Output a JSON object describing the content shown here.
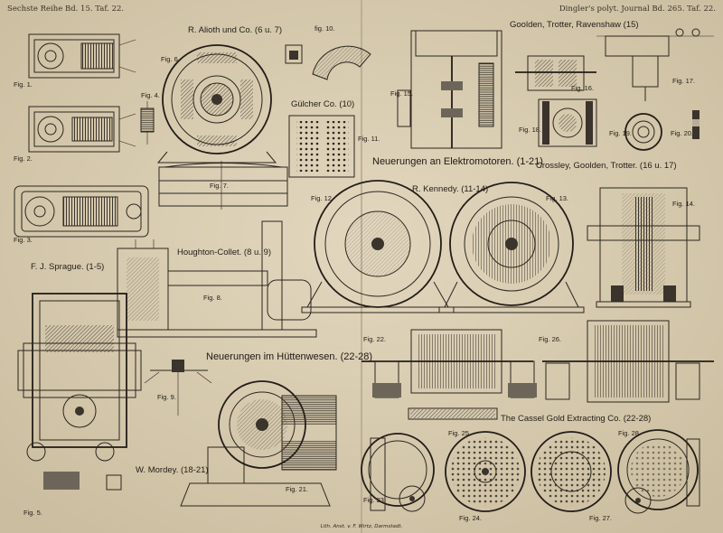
{
  "header": {
    "left": "Sechste Reihe Bd. 15. Taf. 22.",
    "right": "Dingler's polyt. Journal Bd. 265. Taf. 22."
  },
  "credits": {
    "allioth": "R. Alioth und Co. (6 u. 7)",
    "guelcher": "Gülcher Co. (10)",
    "goolden": "Goolden, Trotter, Ravenshaw (15)",
    "sprague": "F. J. Sprague. (1-5)",
    "houghton": "Houghton-Collet. (8 u. 9)",
    "kennedy": "R. Kennedy. (11-14)",
    "crossley": "Crossley, Goolden, Trotter. (16 u. 17)",
    "mordey": "W. Mordey. (18-21)",
    "cassel": "The Cassel Gold Extracting Co. (22-28)"
  },
  "sections": {
    "motors": "Neuerungen an Elektromotoren. (1-21)",
    "huetten": "Neuerungen im Hüttenwesen. (22-28)"
  },
  "figures": [
    "Fig. 1.",
    "Fig. 2.",
    "Fig. 3.",
    "Fig. 4.",
    "Fig. 5.",
    "Fig. 6.",
    "Fig. 7.",
    "Fig. 8.",
    "Fig. 9.",
    "fig. 10.",
    "Fig. 11.",
    "Fig. 12.",
    "Fig. 13.",
    "Fig. 14.",
    "Fig. 15.",
    "Fig. 16.",
    "Fig. 17.",
    "Fig. 18.",
    "Fig. 19.",
    "Fig. 20.",
    "Fig. 21.",
    "Fig. 22.",
    "Fig. 23.",
    "Fig. 24.",
    "Fig. 25.",
    "Fig. 26.",
    "Fig. 27.",
    "Fig. 28."
  ],
  "footer": "Lith. Anst. v. F. Wirtz, Darmstadt."
}
